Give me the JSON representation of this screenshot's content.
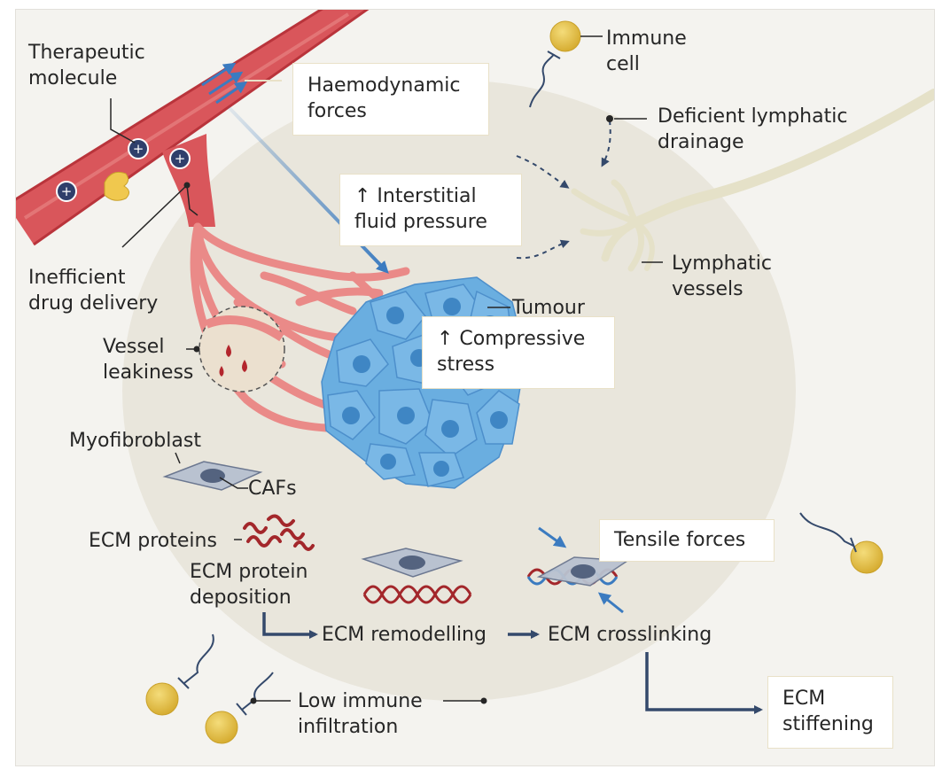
{
  "labels": {
    "therapeutic_molecule": [
      "Therapeutic",
      "molecule"
    ],
    "immune_cell": [
      "Immune",
      "cell"
    ],
    "haemodynamic_forces": [
      "Haemodynamic",
      "forces"
    ],
    "deficient_lymphatic_drainage": [
      "Deficient lymphatic",
      "drainage"
    ],
    "interstitial_fluid_pressure": [
      "↑ Interstitial",
      "fluid pressure"
    ],
    "inefficient_drug_delivery": [
      "Inefficient",
      "drug delivery"
    ],
    "lymphatic_vessels": [
      "Lymphatic",
      "vessels"
    ],
    "tumour": "Tumour",
    "vessel_leakiness": [
      "Vessel",
      "leakiness"
    ],
    "compressive_stress": [
      "↑ Compressive",
      "stress"
    ],
    "myofibroblast": "Myofibroblast",
    "cafs": "CAFs",
    "ecm_proteins": "ECM proteins",
    "ecm_protein_deposition": [
      "ECM protein",
      "deposition"
    ],
    "tensile_forces": "Tensile forces",
    "ecm_remodelling": "ECM remodelling",
    "ecm_crosslinking": "ECM crosslinking",
    "low_immune_infiltration": [
      "Low immune",
      "infiltration"
    ],
    "ecm_stiffening": [
      "ECM",
      "stiffening"
    ]
  },
  "colors": {
    "background": "#f4f3ef",
    "tumour_region": "#e9e6dc",
    "blood_vessel": "#d9565b",
    "capillaries": "#ea8a88",
    "tumour_cells": "#6aaee0",
    "tumour_nuclei": "#3f86c4",
    "immune_cell": "#e8c447",
    "lymphatic": "#e5e1c8",
    "ecm_protein": "#a3272b",
    "fibroblast": "#b9c2d0",
    "arrow": "#34496b",
    "force_arrow": "#3b7bc0"
  }
}
